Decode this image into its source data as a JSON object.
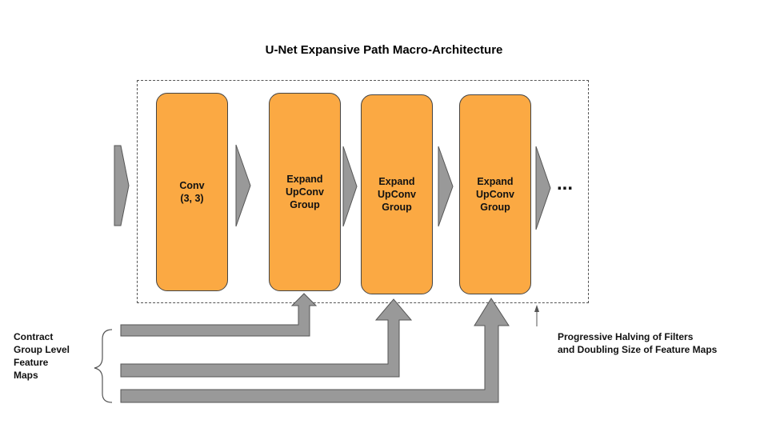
{
  "title": "U-Net Expansive Path Macro-Architecture",
  "blocks": [
    {
      "label": "Conv\n(3, 3)"
    },
    {
      "label": "Expand\nUpConv\nGroup"
    },
    {
      "label": "Expand\nUpConv\nGroup"
    },
    {
      "label": "Expand\nUpConv\nGroup"
    }
  ],
  "continuation": "...",
  "left_note": "Contract\nGroup Level\nFeature\nMaps",
  "right_note": "Progressive Halving of Filters\nand Doubling Size of Feature Maps",
  "colors": {
    "block_fill": "#FBA943",
    "arrow_fill": "#999999",
    "arrow_stroke": "#555555"
  }
}
